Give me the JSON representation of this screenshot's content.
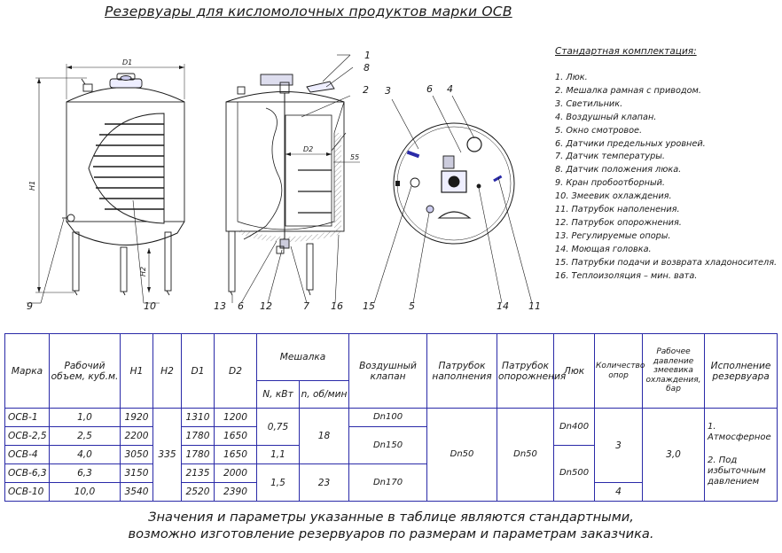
{
  "title": "Резервуары для кисломолочных продуктов марки ОСВ",
  "labels": {
    "d1": "D1",
    "d2": "D2",
    "h1": "H1",
    "h2": "H2",
    "dim55": "55",
    "callouts_front": [
      "9",
      "10"
    ],
    "callouts_side": [
      "1",
      "8",
      "2",
      "13",
      "6",
      "12",
      "7",
      "16"
    ],
    "callouts_top": [
      "3",
      "6",
      "4",
      "15",
      "5",
      "14",
      "11"
    ]
  },
  "legend": {
    "heading": "Стандартная комплектация:",
    "items": [
      "1. Люк.",
      "2. Мешалка рамная с приводом.",
      "3. Светильник.",
      "4. Воздушный клапан.",
      "5. Окно смотровое.",
      "6. Датчики предельных уровней.",
      "7. Датчик температуры.",
      "8. Датчик положения люка.",
      "9. Кран пробоотборный.",
      "10. Змеевик охлаждения.",
      "11. Патрубок наполенения.",
      "12. Патрубок опорожнения.",
      "13. Регулируемые опоры.",
      "14. Моющая головка.",
      "15. Патрубки подачи и возврата хладоносителя.",
      "16. Теплоизоляция – мин. вата."
    ]
  },
  "table": {
    "headers": {
      "mark": "Марка",
      "volume": "Рабочий объем, куб.м.",
      "h1": "Н1",
      "h2": "Н2",
      "d1": "D1",
      "d2": "D2",
      "mixer": "Мешалка",
      "power": "N, кВт",
      "speed": "n, об/мин",
      "valve": "Воздушный клапан",
      "fill": "Патрубок наполнения",
      "drain": "Патрубок опорожнения",
      "hatch": "Люк",
      "supports": "Количество опор",
      "pressure": "Рабочее давление змеевика охлаждения, бар",
      "execution": "Исполнение резервуара"
    },
    "rows": [
      {
        "mark": "ОСВ-1",
        "volume": "1,0",
        "h1": "1920",
        "d1": "1310",
        "d2": "1200"
      },
      {
        "mark": "ОСВ-2,5",
        "volume": "2,5",
        "h1": "2200",
        "d1": "1780",
        "d2": "1650"
      },
      {
        "mark": "ОСВ-4",
        "volume": "4,0",
        "h1": "3050",
        "d1": "1780",
        "d2": "1650"
      },
      {
        "mark": "ОСВ-6,3",
        "volume": "6,3",
        "h1": "3150",
        "d1": "2135",
        "d2": "2000"
      },
      {
        "mark": "ОСВ-10",
        "volume": "10,0",
        "h1": "3540",
        "d1": "2520",
        "d2": "2390"
      }
    ],
    "h2_all": "335",
    "power_a": "0,75",
    "power_b": "1,1",
    "power_c": "1,5",
    "speed_a": "18",
    "speed_b": "23",
    "valve_a": "Dn100",
    "valve_b": "Dn150",
    "valve_c": "Dn170",
    "fill_all": "Dn50",
    "drain_all": "Dn50",
    "hatch_a": "Dn400",
    "hatch_b": "Dn500",
    "supports_a": "3",
    "supports_b": "4",
    "pressure_all": "3,0",
    "execution_1": "1. Атмосферное",
    "execution_2": "2. Под избыточным давлением"
  },
  "footer": {
    "line1": "Значения и параметры указанные в таблице являются стандартными,",
    "line2": "возможно изготовление резервуаров по размерам и параметрам заказчика."
  }
}
